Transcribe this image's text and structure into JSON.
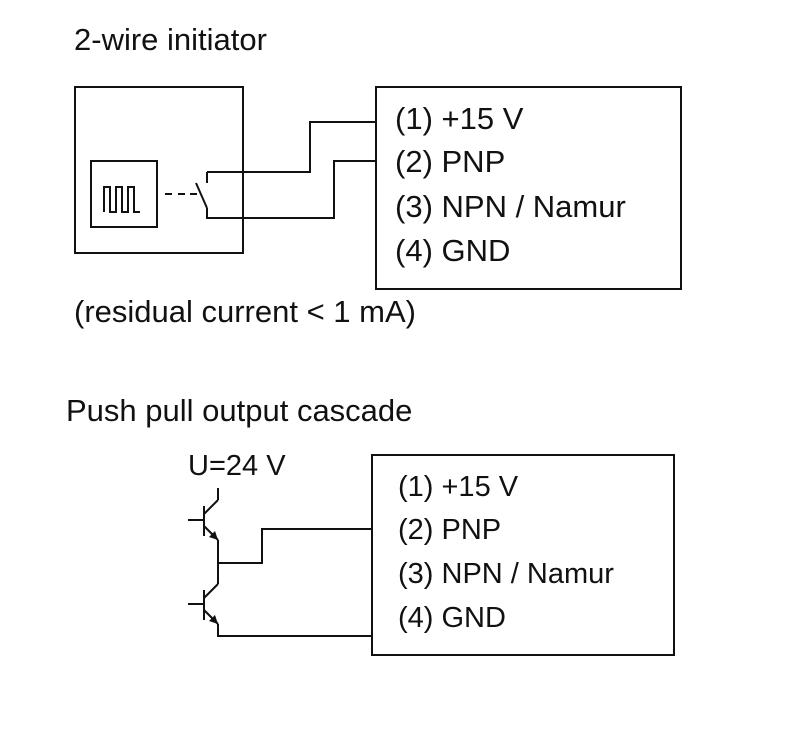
{
  "top": {
    "title": "2-wire initiator",
    "note": "(residual current < 1 mA)",
    "terminals": [
      "(1) +15 V",
      "(2) PNP",
      "(3) NPN / Namur",
      "(4) GND"
    ]
  },
  "bottom": {
    "title": "Push pull output cascade",
    "supply": "U=24 V",
    "terminals": [
      "(1) +15 V",
      "(2) PNP",
      "(3) NPN / Namur",
      "(4) GND"
    ]
  },
  "colors": {
    "line": "#111111",
    "background": "#ffffff"
  }
}
